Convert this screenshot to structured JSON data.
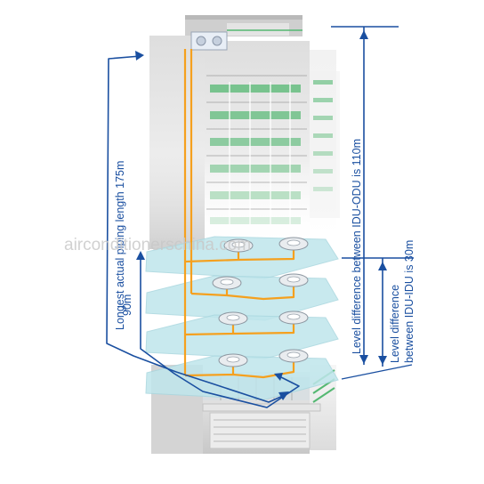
{
  "labels": {
    "longest_piping": "Longest actual piping length 175m",
    "piping_90": "90m",
    "level_idu_odu": "Level difference between IDU-ODU is 110m",
    "level_idu_idu_line1": "Level difference",
    "level_idu_idu_line2": "between IDU-IDU is 30m"
  },
  "watermark": "airconditionerschina.com",
  "colors": {
    "dimension_blue": "#1a4fa0",
    "pipe_orange": "#f5a01e",
    "floor_cyan": "#bfe6ec",
    "window_green": "#54b872"
  }
}
